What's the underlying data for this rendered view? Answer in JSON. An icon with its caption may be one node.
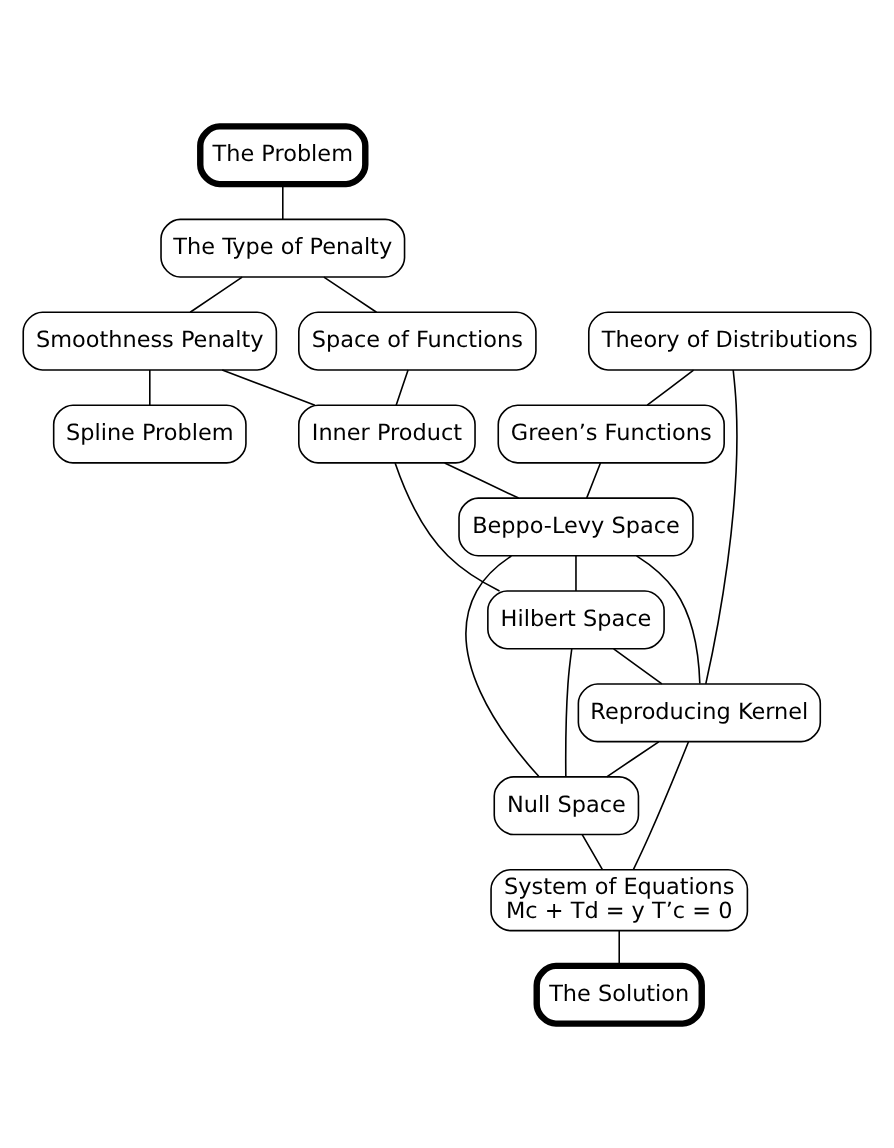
{
  "diagram": {
    "nodes": [
      {
        "text": [
          "The Problem"
        ]
      },
      {
        "text": [
          "The Type of Penalty"
        ]
      },
      {
        "text": [
          "Smoothness Penalty"
        ]
      },
      {
        "text": [
          "Space of Functions"
        ]
      },
      {
        "text": [
          "Spline Problem"
        ]
      },
      {
        "text": [
          "Theory of Distributions"
        ]
      },
      {
        "text": [
          "Inner Product"
        ]
      },
      {
        "text": [
          "Green’s Functions"
        ]
      },
      {
        "text": [
          "Beppo-Levy Space"
        ]
      },
      {
        "text": [
          "Hilbert Space"
        ]
      },
      {
        "text": [
          "Reproducing Kernel"
        ]
      },
      {
        "text": [
          "Null Space"
        ]
      },
      {
        "text": [
          "System of Equations",
          "Mc + Td = y T’c = 0"
        ]
      },
      {
        "text": [
          "The Solution"
        ]
      }
    ],
    "edges": [
      {
        "from": 0,
        "to": 1,
        "arrow": "none"
      },
      {
        "from": 1,
        "to": 3,
        "arrow": "none"
      },
      {
        "from": 1,
        "to": 2,
        "arrow": "none"
      },
      {
        "from": 2,
        "to": 4,
        "arrow": "none"
      },
      {
        "from": 2,
        "to": 6,
        "arrow": "none"
      },
      {
        "from": 3,
        "to": 6,
        "arrow": "none"
      },
      {
        "from": 5,
        "to": 7,
        "arrow": "none"
      },
      {
        "from": 5,
        "to": 10,
        "arrow": "none"
      },
      {
        "from": 6,
        "to": 8,
        "arrow": "none"
      },
      {
        "from": 6,
        "to": 9,
        "arrow": "none"
      },
      {
        "from": 7,
        "to": 8,
        "arrow": "none"
      },
      {
        "from": 8,
        "to": 9,
        "arrow": "none"
      },
      {
        "from": 8,
        "to": 10,
        "arrow": "none"
      },
      {
        "from": 8,
        "to": 11,
        "arrow": "none"
      },
      {
        "from": 9,
        "to": 10,
        "arrow": "none"
      },
      {
        "from": 9,
        "to": 11,
        "arrow": "none"
      },
      {
        "from": 10,
        "to": 11,
        "arrow": "none"
      },
      {
        "from": 10,
        "to": 12,
        "arrow": "none"
      },
      {
        "from": 11,
        "to": 12,
        "arrow": "none"
      },
      {
        "from": 12,
        "to": 13,
        "arrow": "none"
      }
    ]
  }
}
